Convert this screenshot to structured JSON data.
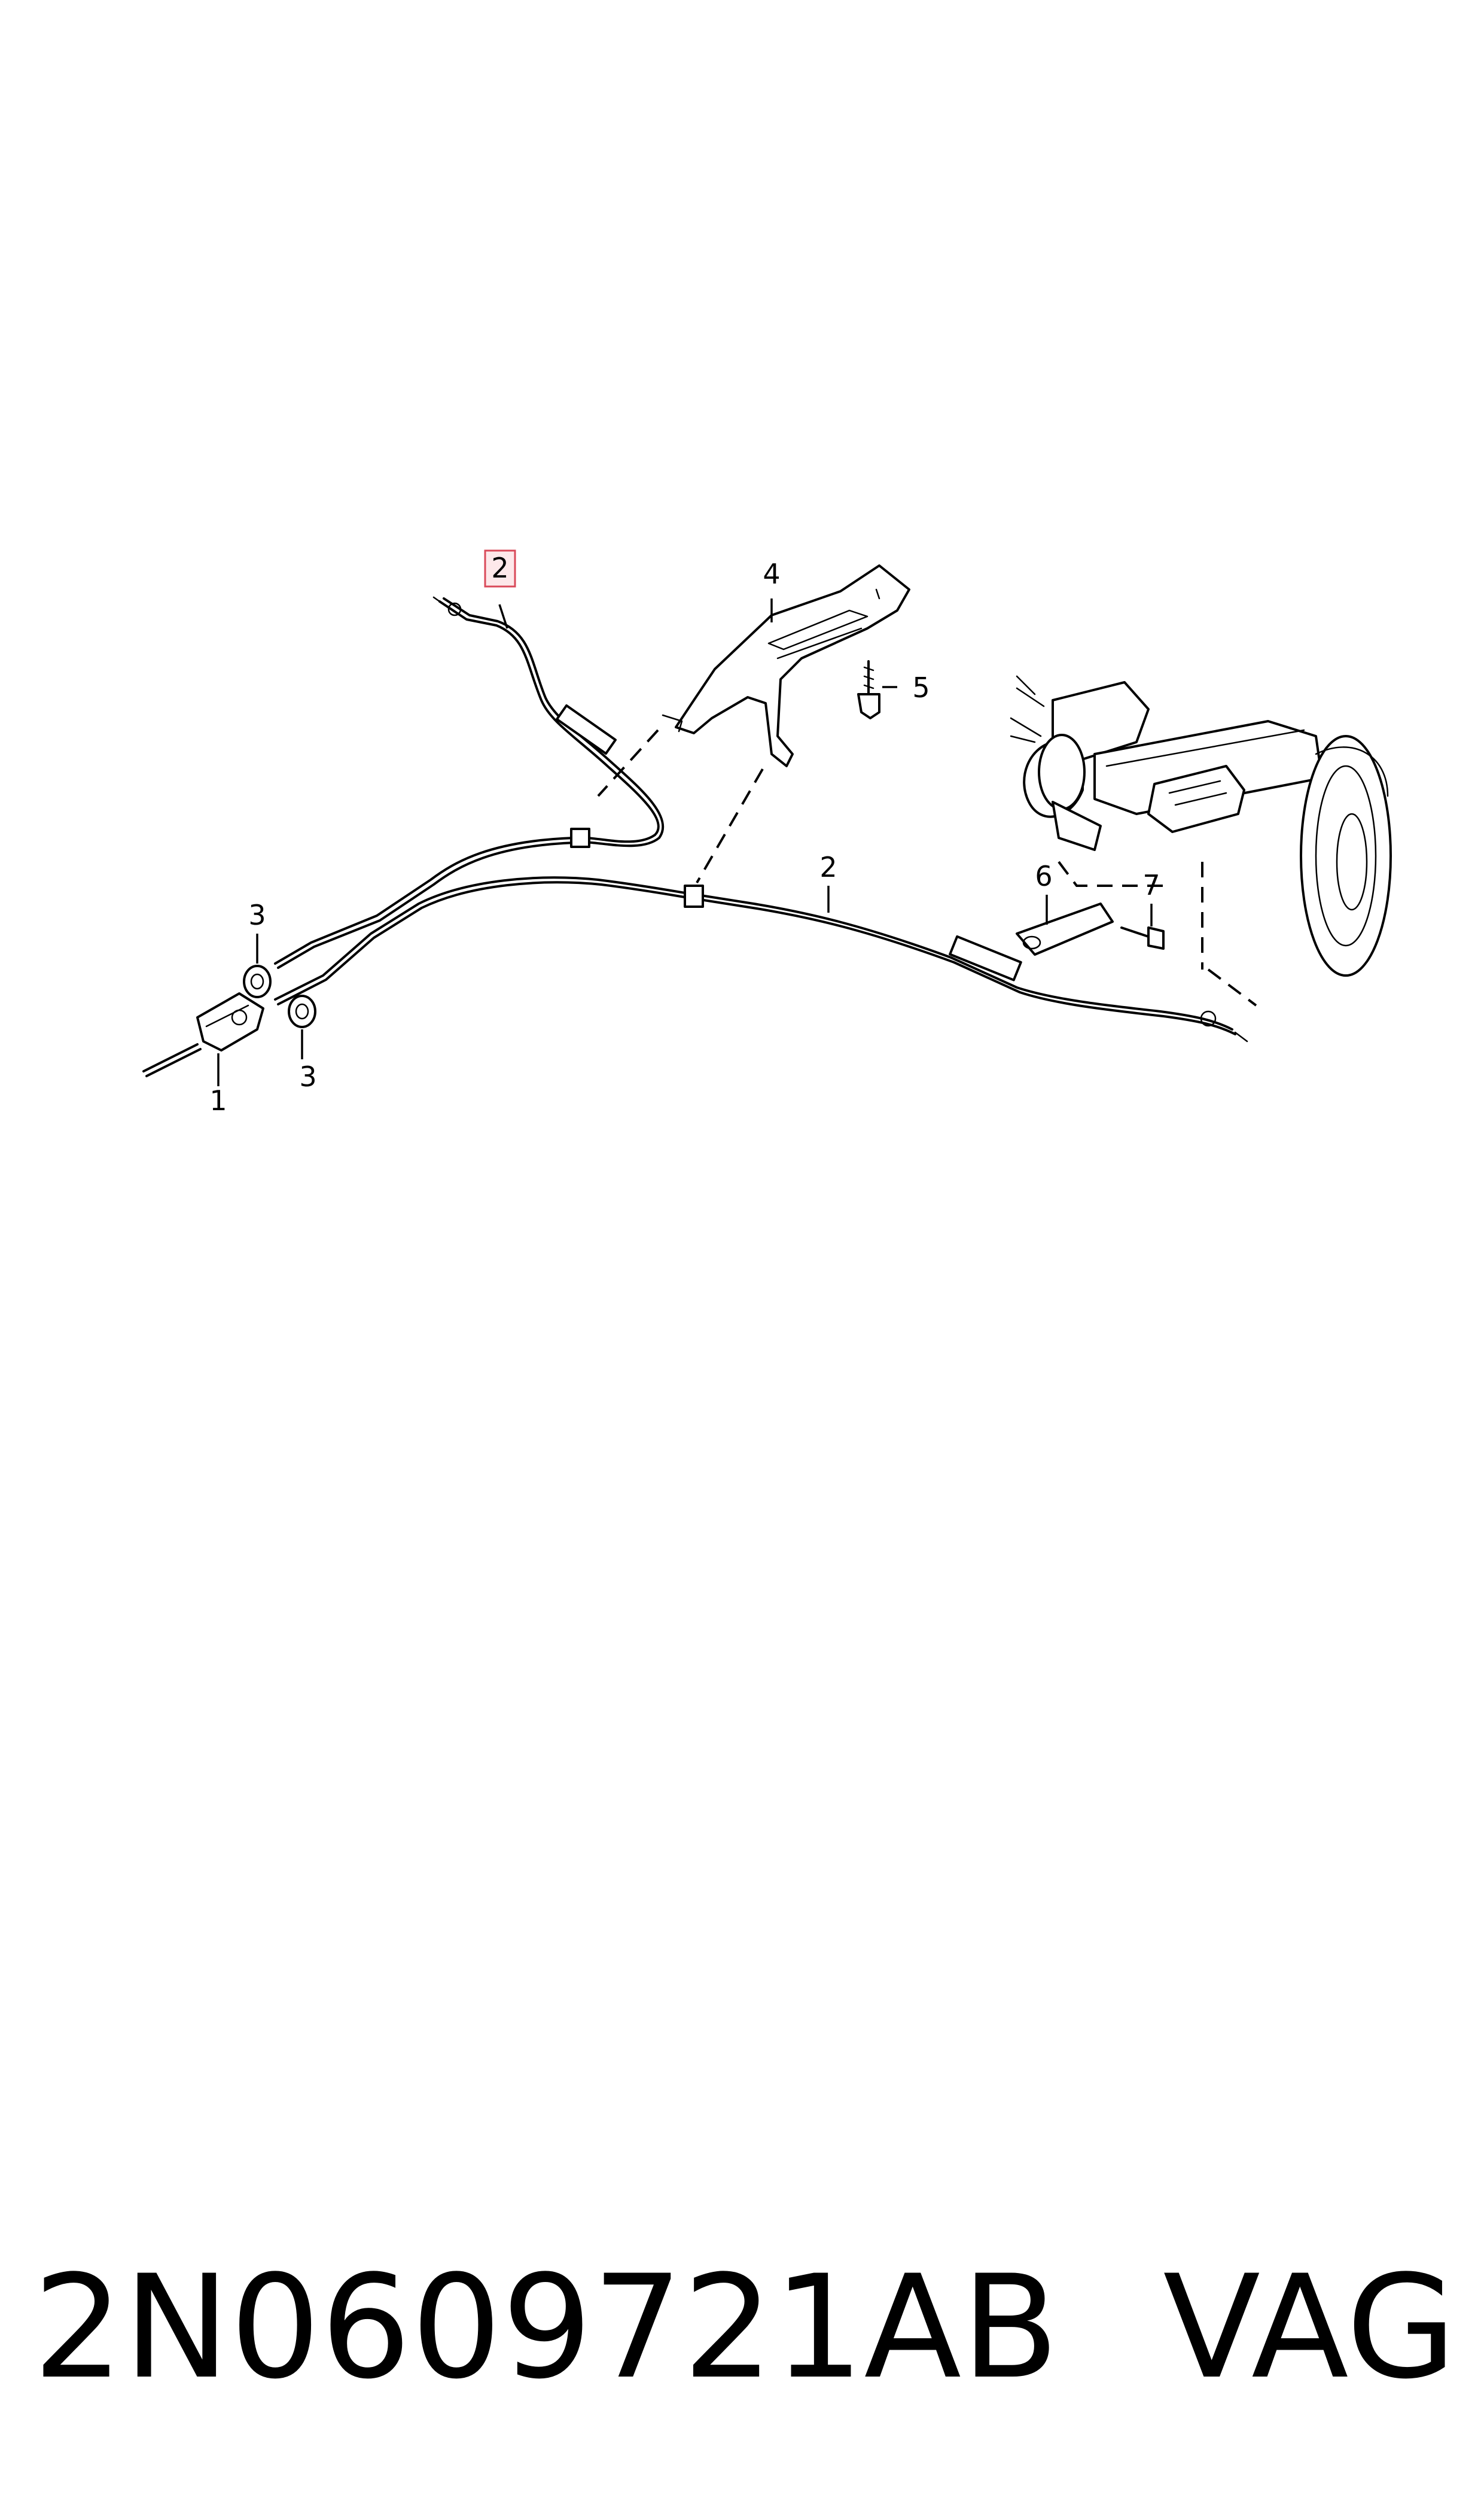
{
  "callouts": {
    "c1": "1",
    "c2_highlight": "2",
    "c2": "2",
    "c3_top": "3",
    "c3_bottom": "3",
    "c4": "4",
    "c5": "5",
    "c6": "6",
    "c7": "7"
  },
  "footer": {
    "part_number": "2N0609721AB",
    "brand": "VAG"
  },
  "colors": {
    "highlight_box": "#d94a5a",
    "highlight_fill": "#fde8ea"
  }
}
